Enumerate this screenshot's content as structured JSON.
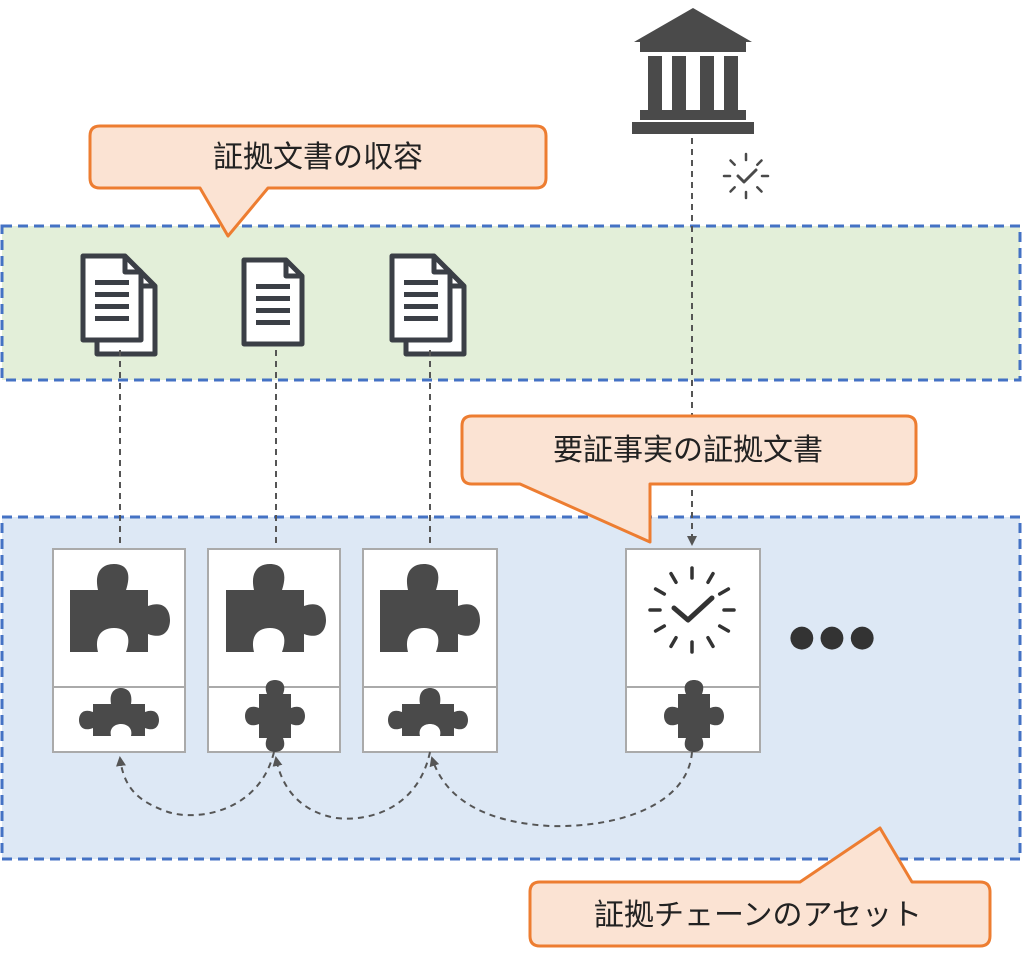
{
  "callouts": {
    "storage": "証拠文書の収容",
    "evidence": "要証事実の証拠文書",
    "chain_asset": "証拠チェーンのアセット"
  },
  "ellipsis": "●●●",
  "icons": {
    "authority": "bank-building-icon",
    "timestamp_small": "clock-check-icon",
    "documents": [
      "documents-stack-icon",
      "document-icon",
      "documents-stack-icon"
    ],
    "cards_top": [
      "puzzle-piece-icon",
      "puzzle-piece-icon",
      "puzzle-piece-icon",
      "clock-check-icon"
    ],
    "cards_bottom": [
      "puzzle-piece-icon",
      "puzzle-piece-icon",
      "puzzle-piece-icon",
      "puzzle-piece-icon"
    ]
  },
  "colors": {
    "storage_zone_fill": "#e3efd9",
    "chain_zone_fill": "#dde8f5",
    "zone_border": "#4472c4",
    "callout_fill": "#fbe3d3",
    "callout_border": "#ed7d31",
    "icon_dark": "#4a4a4a"
  }
}
